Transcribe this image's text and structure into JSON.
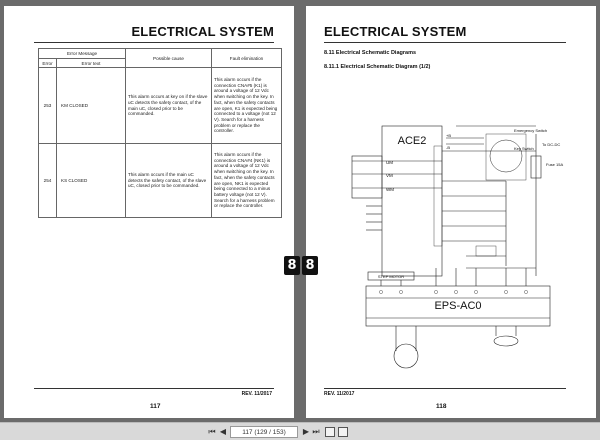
{
  "left_page": {
    "title": "ELECTRICAL SYSTEM",
    "page_number": "117",
    "revision": "REV. 11/2017",
    "table": {
      "group_header": "Error Message",
      "col_error": "Error",
      "col_error_text": "Error text",
      "col_cause": "Possible cause",
      "col_fault": "Fault elimination",
      "rows": [
        {
          "code": "253",
          "text": "KM CLOSED",
          "cause": "This alarm occurs at key on if the slave uC detects the safety contact, of the main uC, closed prior to be commanded.",
          "fault": "This alarm occurs if the connection CNA#5 (K1) is around a voltage of 12 Vdc when switching on the key. In fact, when the safety contacts are open, K1 is expected being connected to a voltage (not 12 V). Search for a harness problem or replace the controller."
        },
        {
          "code": "254",
          "text": "KS CLOSED",
          "cause": "This alarm occurs if the main uC detects the safety contact, of the slave uC, closed prior to be commanded.",
          "fault": "This alarm occurs if the connection CNA#4 (NK1) is around a voltage of 12 Vdc when switching on the key. In fact, when the safety contacts are open, NK1 is expected being connected to a minus battery voltage (not 12 V). Search for a harness problem or replace the controller."
        }
      ]
    }
  },
  "right_page": {
    "title": "ELECTRICAL SYSTEM",
    "section": "8.11 Electrical Schematic Diagrams",
    "subsection": "8.11.1 Electrical Schematic Diagram (1/2)",
    "page_number": "118",
    "revision": "REV. 11/2017",
    "schematic": {
      "ace2_label": "ACE2",
      "eps_label": "EPS-AC0",
      "step_motor_label": "STEP MOTOR",
      "phase_u": "UM",
      "phase_v": "VM",
      "phase_w": "WM",
      "emergency_label": "Emergency Switch",
      "key_switch_label": "Key Switch",
      "dcdc_label": "To DC-DC",
      "fuse_label": "Fuse 15A",
      "pos_label": "+B",
      "neg_label": "-B"
    }
  },
  "page_badges": [
    "8",
    "8"
  ],
  "toolbar": {
    "first": "⏮",
    "prev": "◀",
    "page_field": "117 (129 / 153)",
    "next": "▶",
    "last": "⏭"
  }
}
